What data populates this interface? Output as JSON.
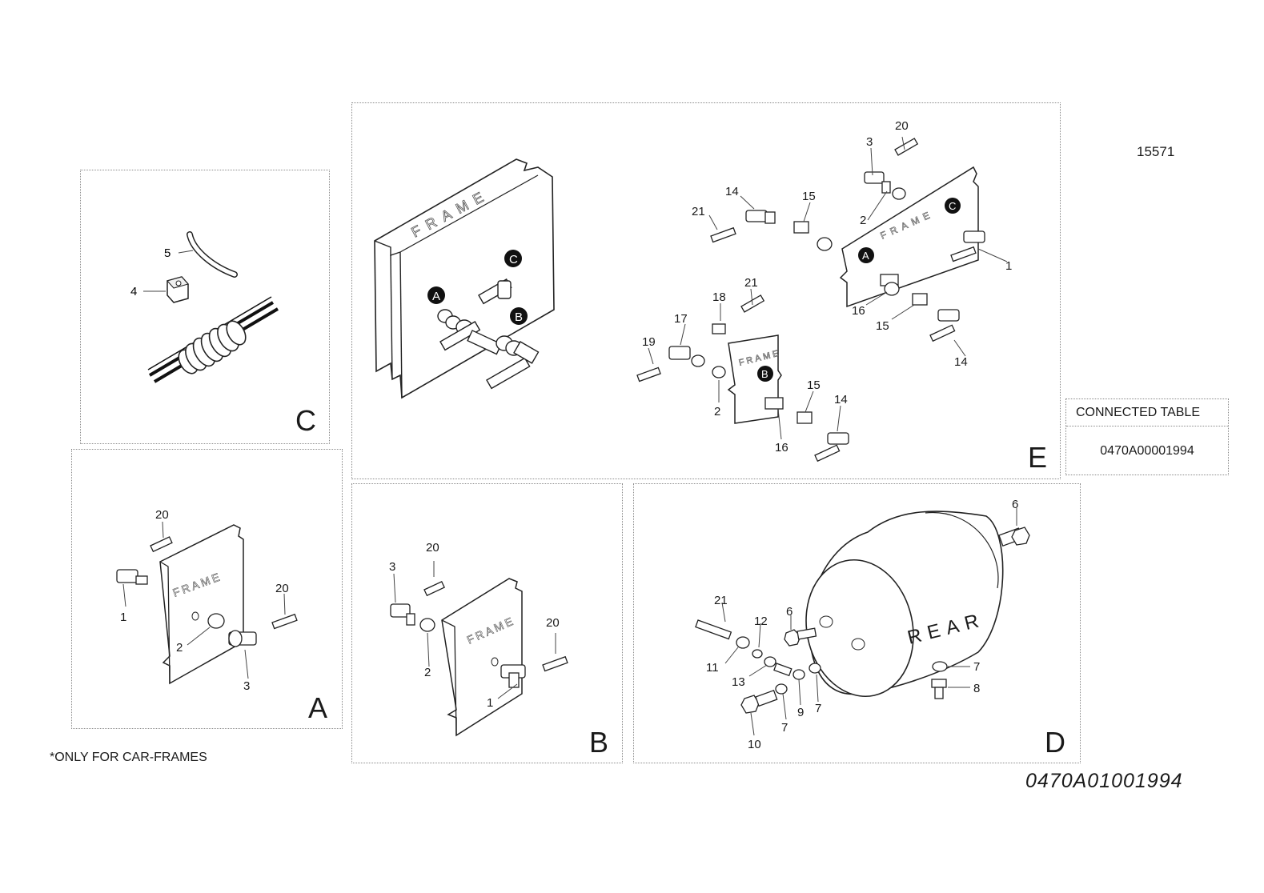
{
  "drawing_code": "15571",
  "footnote": "*ONLY FOR CAR-FRAMES",
  "document_code": "0470A01001994",
  "connected_table": {
    "header": "CONNECTED TABLE",
    "value": "0470A00001994"
  },
  "panels": {
    "C": {
      "letter": "C",
      "callouts": [
        "5",
        "4"
      ]
    },
    "E": {
      "letter": "E",
      "frame_text": "FRAME",
      "markers": [
        "A",
        "B",
        "C"
      ],
      "callouts": [
        "20",
        "3",
        "14",
        "15",
        "21",
        "2",
        "1",
        "16",
        "15",
        "14",
        "21",
        "18",
        "17",
        "19",
        "2",
        "16",
        "15",
        "14"
      ]
    },
    "A": {
      "letter": "A",
      "frame_text": "FRAME",
      "callouts": [
        "20",
        "1",
        "20",
        "2",
        "3"
      ]
    },
    "B": {
      "letter": "B",
      "frame_text": "FRAME",
      "callouts": [
        "20",
        "3",
        "20",
        "2",
        "1"
      ]
    },
    "D": {
      "letter": "D",
      "tank_text": "REAR",
      "callouts": [
        "6",
        "21",
        "12",
        "6",
        "11",
        "13",
        "9",
        "7",
        "7",
        "10",
        "7",
        "8"
      ]
    }
  }
}
